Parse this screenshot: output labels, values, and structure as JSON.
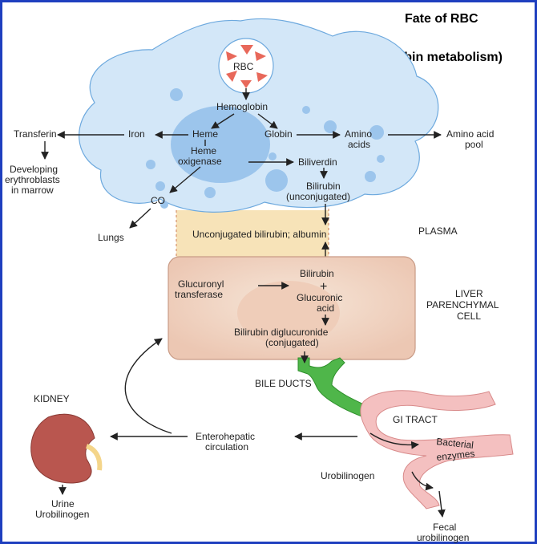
{
  "title": "Fate of RBC",
  "subtitle": "(Bilirubin metabolism)",
  "macrophage": {
    "rbc": "RBC",
    "hemoglobin": "Hemoglobin",
    "heme": "Heme",
    "heme_oxygenase_1": "Heme",
    "heme_oxygenase_2": "oxigenase",
    "globin": "Globin",
    "amino_acids_1": "Amino",
    "amino_acids_2": "acids",
    "biliverdin": "Biliverdin",
    "bilirubin_1": "Bilirubin",
    "bilirubin_2": "(unconjugated)",
    "co": "CO",
    "iron": "Iron"
  },
  "outside_left": {
    "transferrin": "Transferin",
    "developing_1": "Developing",
    "developing_2": "erythroblasts",
    "developing_3": "in marrow",
    "lungs": "Lungs"
  },
  "amino_acid_pool_1": "Amino acid",
  "amino_acid_pool_2": "pool",
  "plasma": {
    "label": "PLASMA",
    "content": "Unconjugated bilirubin; albumin"
  },
  "liver": {
    "label_1": "LIVER",
    "label_2": "PARENCHYMAL",
    "label_3": "CELL",
    "glucuronyl_1": "Glucuronyl",
    "glucuronyl_2": "transferase",
    "bilirubin": "Bilirubin",
    "plus": "+",
    "glucuronic_1": "Glucuronic",
    "glucuronic_2": "acid",
    "diglucuronide_1": "Bilirubin diglucuronide",
    "diglucuronide_2": "(conjugated)"
  },
  "bile_ducts": "BILE DUCTS",
  "gi_tract": "GI TRACT",
  "bacterial_1": "Bacterial",
  "bacterial_2": "enzymes",
  "urobilinogen": "Urobilinogen",
  "fecal_1": "Fecal",
  "fecal_2": "urobilinogen",
  "kidney": "KIDNEY",
  "urine_1": "Urine",
  "urine_2": "Urobilinogen",
  "enterohepatic_1": "Enterohepatic",
  "enterohepatic_2": "circulation",
  "colors": {
    "frame": "#1f3fbf",
    "macrophage": "#d3e7f8",
    "macrophage_vesicle": "#9cc5ec",
    "plasma": "#f7e3b8",
    "liver": "#f4d8c8",
    "bile": "#4fb64a",
    "gi": "#f4c0c0",
    "kidney": "#b9564f"
  }
}
